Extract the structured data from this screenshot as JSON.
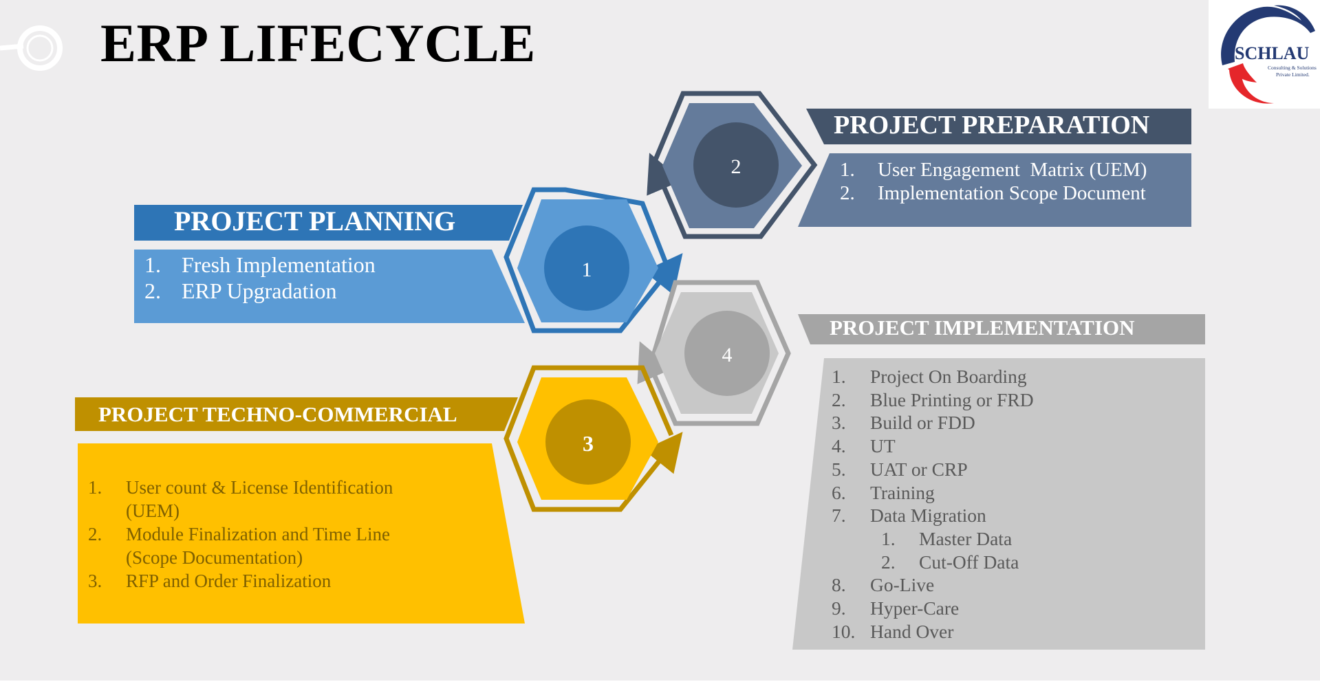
{
  "title": "ERP LIFECYCLE",
  "logo": {
    "name": "SCHLAU",
    "tagline_1": "Consulting & Solutions",
    "tagline_2": "Private Limited."
  },
  "colors": {
    "background": "#eeedee",
    "planning": "#5b9bd5",
    "planning_dark": "#2e75b6",
    "preparation": "#647b9b",
    "preparation_dark": "#44546a",
    "techno": "#ffc000",
    "techno_dark": "#bf9000",
    "implementation": "#c8c8c8",
    "implementation_dark": "#a5a5a5"
  },
  "stages": {
    "planning": {
      "number": "1",
      "heading": "PROJECT PLANNING",
      "items": [
        {
          "num": "1.",
          "text": "Fresh Implementation"
        },
        {
          "num": "2.",
          "text": "ERP Upgradation"
        }
      ]
    },
    "preparation": {
      "number": "2",
      "heading": "PROJECT PREPARATION",
      "items": [
        {
          "num": "1.",
          "text": "User Engagement  Matrix (UEM)"
        },
        {
          "num": "2.",
          "text": "Implementation Scope Document"
        }
      ]
    },
    "techno": {
      "number": "3",
      "heading": "PROJECT TECHNO-COMMERCIAL",
      "items": [
        {
          "num": "1.",
          "line1": "User count & License Identification",
          "line2": "(UEM)"
        },
        {
          "num": "2.",
          "line1": "Module Finalization and Time Line",
          "line2": "(Scope Documentation)"
        },
        {
          "num": "3.",
          "line1": "RFP and Order Finalization",
          "line2": ""
        }
      ]
    },
    "implementation": {
      "number": "4",
      "heading": "PROJECT IMPLEMENTATION",
      "items": [
        {
          "num": "1.",
          "text": "Project On Boarding"
        },
        {
          "num": "2.",
          "text": "Blue Printing or FRD"
        },
        {
          "num": "3.",
          "text": "Build or FDD"
        },
        {
          "num": "4.",
          "text": "UT"
        },
        {
          "num": "5.",
          "text": "UAT or CRP"
        },
        {
          "num": "6.",
          "text": "Training"
        },
        {
          "num": "7.",
          "text": "Data Migration"
        }
      ],
      "subitems": [
        {
          "num": "1.",
          "text": "Master Data"
        },
        {
          "num": "2.",
          "text": "Cut-Off Data"
        }
      ],
      "items_after": [
        {
          "num": "8.",
          "text": "Go-Live"
        },
        {
          "num": "9.",
          "text": "Hyper-Care"
        },
        {
          "num": "10.",
          "text": "Hand Over"
        }
      ]
    }
  }
}
